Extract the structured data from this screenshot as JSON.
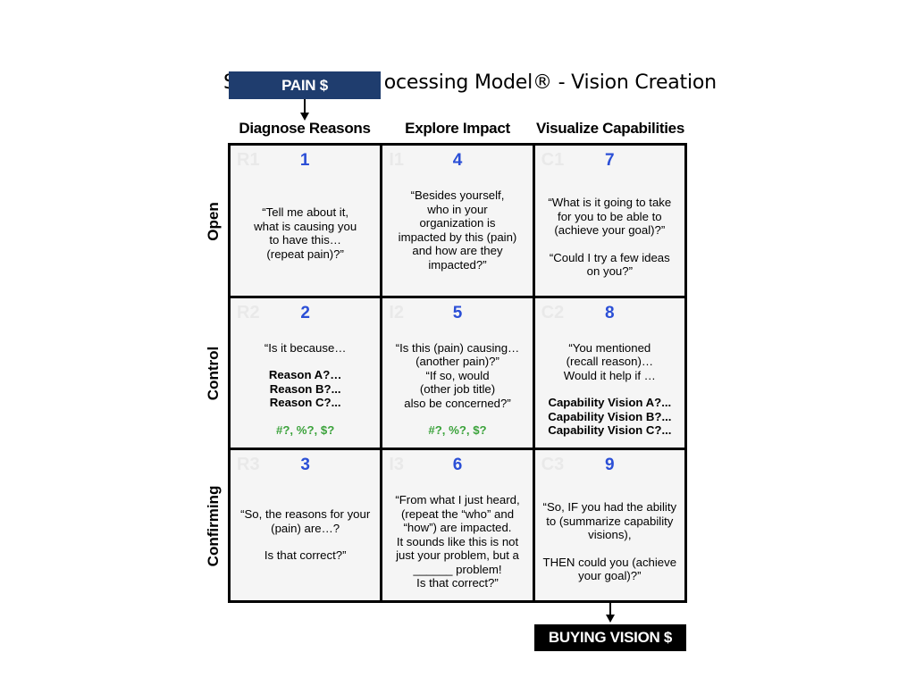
{
  "title": "Solution Selling Processing Model® - Vision Creation",
  "title_visible_prefix": "S",
  "title_visible_suffix": "ocessing Model® - Vision Creation",
  "pain_label": "PAIN $",
  "buying_label": "BUYING VISION $",
  "columns": [
    "Diagnose Reasons",
    "Explore Impact",
    "Visualize Capabilities"
  ],
  "rows": [
    "Open",
    "Control",
    "Confirming"
  ],
  "cells": [
    {
      "code": "R1",
      "num": "1",
      "lines": [
        {
          "t": "“Tell me about it,"
        },
        {
          "t": "what is causing you"
        },
        {
          "t": "to have this…"
        },
        {
          "t": "(repeat pain)?”"
        }
      ]
    },
    {
      "code": "I1",
      "num": "4",
      "lines": [
        {
          "t": "“Besides yourself,"
        },
        {
          "t": "who in your"
        },
        {
          "t": "organization is"
        },
        {
          "t": "impacted by this (pain)"
        },
        {
          "t": "and how are they"
        },
        {
          "t": "impacted?”"
        }
      ]
    },
    {
      "code": "C1",
      "num": "7",
      "lines": [
        {
          "t": "“What is it going to take"
        },
        {
          "t": "for you to be able to"
        },
        {
          "t": "(achieve your goal)?”"
        },
        {
          "t": "",
          "gap": true
        },
        {
          "t": "“Could I try a few ideas"
        },
        {
          "t": "on you?”"
        }
      ]
    },
    {
      "code": "R2",
      "num": "2",
      "lines": [
        {
          "t": "“Is it because…"
        },
        {
          "t": "",
          "gap": true
        },
        {
          "t": "Reason A?…",
          "s": "b"
        },
        {
          "t": "Reason B?...",
          "s": "b"
        },
        {
          "t": "Reason C?...",
          "s": "b"
        },
        {
          "t": "",
          "gap": true
        },
        {
          "t": "#?, %?, $?",
          "s": "g"
        }
      ]
    },
    {
      "code": "I2",
      "num": "5",
      "lines": [
        {
          "t": "“Is this (pain) causing…"
        },
        {
          "t": "(another pain)?”"
        },
        {
          "t": "“If so, would"
        },
        {
          "t": "(other job title)"
        },
        {
          "t": "also be concerned?”"
        },
        {
          "t": "",
          "gap": true
        },
        {
          "t": "#?, %?, $?",
          "s": "g"
        }
      ]
    },
    {
      "code": "C2",
      "num": "8",
      "lines": [
        {
          "t": "“You mentioned"
        },
        {
          "t": "(recall reason)…"
        },
        {
          "t": "Would it help if …"
        },
        {
          "t": "",
          "gap": true
        },
        {
          "t": "Capability Vision A?...",
          "s": "b"
        },
        {
          "t": "Capability Vision B?...",
          "s": "b"
        },
        {
          "t": "Capability Vision C?...",
          "s": "b"
        }
      ]
    },
    {
      "code": "R3",
      "num": "3",
      "lines": [
        {
          "t": "“So, the reasons  for your"
        },
        {
          "t": "(pain) are…?"
        },
        {
          "t": "",
          "gap": true
        },
        {
          "t": "Is that correct?”"
        }
      ]
    },
    {
      "code": "I3",
      "num": "6",
      "lines": [
        {
          "t": "“From what I just heard,"
        },
        {
          "t": "(repeat the “who” and"
        },
        {
          "t": "“how”) are impacted."
        },
        {
          "t": "It sounds like this is not"
        },
        {
          "t": "just your problem, but a"
        },
        {
          "t": "______ problem!"
        },
        {
          "t": "Is that correct?”"
        }
      ]
    },
    {
      "code": "C3",
      "num": "9",
      "lines": [
        {
          "t": "“So, IF you had the ability"
        },
        {
          "t": "to (summarize capability"
        },
        {
          "t": "visions),"
        },
        {
          "t": "",
          "gap": true
        },
        {
          "t": "THEN could you (achieve"
        },
        {
          "t": "your goal)?”"
        }
      ]
    }
  ]
}
